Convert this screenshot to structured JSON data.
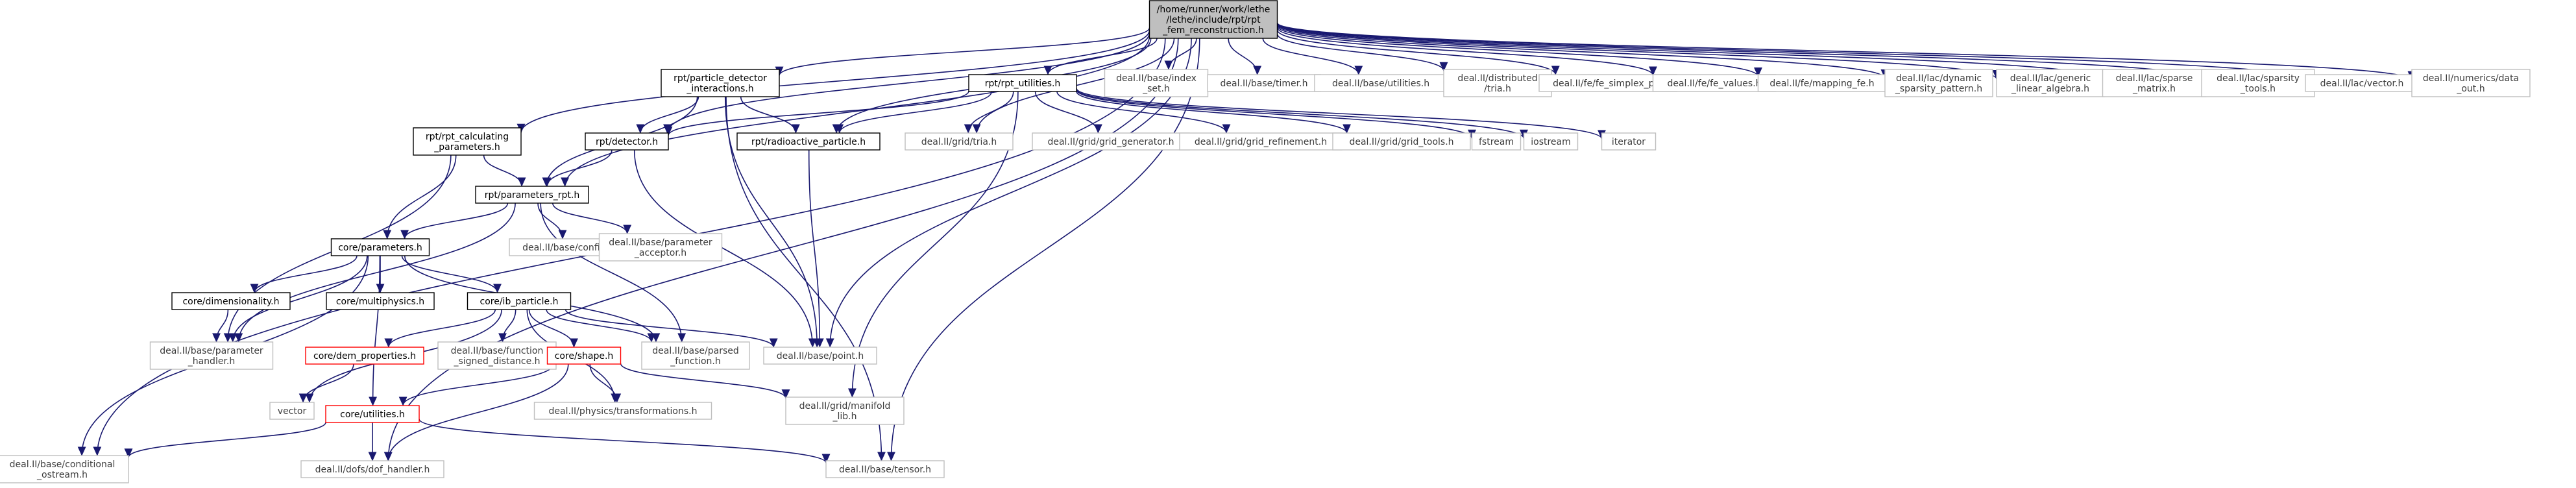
{
  "graph": {
    "nodes": [
      {
        "id": "root",
        "lines": [
          "/home/runner/work/lethe",
          "/lethe/include/rpt/rpt",
          "_fem_reconstruction.h"
        ],
        "style": "root"
      },
      {
        "id": "pdi",
        "lines": [
          "rpt/particle_detector",
          "_interactions.h"
        ],
        "style": "black"
      },
      {
        "id": "rptutil",
        "lines": [
          "rpt/rpt_utilities.h"
        ],
        "style": "black"
      },
      {
        "id": "index_set",
        "lines": [
          "deal.II/base/index",
          "_set.h"
        ],
        "style": "gray"
      },
      {
        "id": "timer",
        "lines": [
          "deal.II/base/timer.h"
        ],
        "style": "gray"
      },
      {
        "id": "base_util",
        "lines": [
          "deal.II/base/utilities.h"
        ],
        "style": "gray"
      },
      {
        "id": "dist_tria",
        "lines": [
          "deal.II/distributed",
          "/tria.h"
        ],
        "style": "gray"
      },
      {
        "id": "fe_simplex",
        "lines": [
          "deal.II/fe/fe_simplex_p.h"
        ],
        "style": "gray"
      },
      {
        "id": "fe_values",
        "lines": [
          "deal.II/fe/fe_values.h"
        ],
        "style": "gray"
      },
      {
        "id": "mapping_fe",
        "lines": [
          "deal.II/fe/mapping_fe.h"
        ],
        "style": "gray"
      },
      {
        "id": "dyn_sparsity",
        "lines": [
          "deal.II/lac/dynamic",
          "_sparsity_pattern.h"
        ],
        "style": "gray"
      },
      {
        "id": "generic_la",
        "lines": [
          "deal.II/lac/generic",
          "_linear_algebra.h"
        ],
        "style": "gray"
      },
      {
        "id": "sparse_matrix",
        "lines": [
          "deal.II/lac/sparse",
          "_matrix.h"
        ],
        "style": "gray"
      },
      {
        "id": "sparsity_tools",
        "lines": [
          "deal.II/lac/sparsity",
          "_tools.h"
        ],
        "style": "gray"
      },
      {
        "id": "lac_vector",
        "lines": [
          "deal.II/lac/vector.h"
        ],
        "style": "gray"
      },
      {
        "id": "data_out",
        "lines": [
          "deal.II/numerics/data",
          "_out.h"
        ],
        "style": "gray"
      },
      {
        "id": "calcparams",
        "lines": [
          "rpt/rpt_calculating",
          "_parameters.h"
        ],
        "style": "black"
      },
      {
        "id": "detector",
        "lines": [
          "rpt/detector.h"
        ],
        "style": "black"
      },
      {
        "id": "radioactive",
        "lines": [
          "rpt/radioactive_particle.h"
        ],
        "style": "black"
      },
      {
        "id": "grid_tria",
        "lines": [
          "deal.II/grid/tria.h"
        ],
        "style": "gray"
      },
      {
        "id": "grid_gen",
        "lines": [
          "deal.II/grid/grid_generator.h"
        ],
        "style": "gray"
      },
      {
        "id": "grid_ref",
        "lines": [
          "deal.II/grid/grid_refinement.h"
        ],
        "style": "gray"
      },
      {
        "id": "grid_tools",
        "lines": [
          "deal.II/grid/grid_tools.h"
        ],
        "style": "gray"
      },
      {
        "id": "fstream",
        "lines": [
          "fstream"
        ],
        "style": "gray"
      },
      {
        "id": "iostream",
        "lines": [
          "iostream"
        ],
        "style": "gray"
      },
      {
        "id": "iterator",
        "lines": [
          "iterator"
        ],
        "style": "gray"
      },
      {
        "id": "params_rpt",
        "lines": [
          "rpt/parameters_rpt.h"
        ],
        "style": "black"
      },
      {
        "id": "config",
        "lines": [
          "deal.II/base/config.h"
        ],
        "style": "gray"
      },
      {
        "id": "param_acceptor",
        "lines": [
          "deal.II/base/parameter",
          "_acceptor.h"
        ],
        "style": "gray"
      },
      {
        "id": "core_params",
        "lines": [
          "core/parameters.h"
        ],
        "style": "black"
      },
      {
        "id": "dimensionality",
        "lines": [
          "core/dimensionality.h"
        ],
        "style": "black"
      },
      {
        "id": "multiphysics",
        "lines": [
          "core/multiphysics.h"
        ],
        "style": "black"
      },
      {
        "id": "ib_particle",
        "lines": [
          "core/ib_particle.h"
        ],
        "style": "black"
      },
      {
        "id": "param_handler",
        "lines": [
          "deal.II/base/parameter",
          "_handler.h"
        ],
        "style": "gray"
      },
      {
        "id": "dem_props",
        "lines": [
          "core/dem_properties.h"
        ],
        "style": "red"
      },
      {
        "id": "func_sd",
        "lines": [
          "deal.II/base/function",
          "_signed_distance.h"
        ],
        "style": "gray"
      },
      {
        "id": "shape",
        "lines": [
          "core/shape.h"
        ],
        "style": "red"
      },
      {
        "id": "parsed_func",
        "lines": [
          "deal.II/base/parsed",
          "_function.h"
        ],
        "style": "gray"
      },
      {
        "id": "point",
        "lines": [
          "deal.II/base/point.h"
        ],
        "style": "gray"
      },
      {
        "id": "vector",
        "lines": [
          "vector"
        ],
        "style": "gray"
      },
      {
        "id": "core_util",
        "lines": [
          "core/utilities.h"
        ],
        "style": "red"
      },
      {
        "id": "transformations",
        "lines": [
          "deal.II/physics/transformations.h"
        ],
        "style": "gray"
      },
      {
        "id": "manifold",
        "lines": [
          "deal.II/grid/manifold",
          "_lib.h"
        ],
        "style": "gray"
      },
      {
        "id": "cond_ostream",
        "lines": [
          "deal.II/base/conditional",
          "_ostream.h"
        ],
        "style": "gray"
      },
      {
        "id": "dof_handler",
        "lines": [
          "deal.II/dofs/dof_handler.h"
        ],
        "style": "gray"
      },
      {
        "id": "tensor",
        "lines": [
          "deal.II/base/tensor.h"
        ],
        "style": "gray"
      }
    ],
    "edges": [
      [
        "root",
        "pdi"
      ],
      [
        "root",
        "rptutil"
      ],
      [
        "root",
        "index_set"
      ],
      [
        "root",
        "timer"
      ],
      [
        "root",
        "base_util"
      ],
      [
        "root",
        "dist_tria"
      ],
      [
        "root",
        "fe_simplex"
      ],
      [
        "root",
        "fe_values"
      ],
      [
        "root",
        "mapping_fe"
      ],
      [
        "root",
        "dyn_sparsity"
      ],
      [
        "root",
        "generic_la"
      ],
      [
        "root",
        "sparse_matrix"
      ],
      [
        "root",
        "sparsity_tools"
      ],
      [
        "root",
        "lac_vector"
      ],
      [
        "root",
        "data_out"
      ],
      [
        "root",
        "calcparams"
      ],
      [
        "root",
        "detector"
      ],
      [
        "root",
        "radioactive"
      ],
      [
        "root",
        "params_rpt"
      ],
      [
        "root",
        "grid_tria"
      ],
      [
        "root",
        "point"
      ],
      [
        "root",
        "tensor"
      ],
      [
        "root",
        "cond_ostream"
      ],
      [
        "root",
        "dof_handler"
      ],
      [
        "pdi",
        "detector"
      ],
      [
        "pdi",
        "radioactive"
      ],
      [
        "pdi",
        "params_rpt"
      ],
      [
        "pdi",
        "point"
      ],
      [
        "pdi",
        "tensor"
      ],
      [
        "rptutil",
        "detector"
      ],
      [
        "rptutil",
        "radioactive"
      ],
      [
        "rptutil",
        "grid_tria"
      ],
      [
        "rptutil",
        "grid_gen"
      ],
      [
        "rptutil",
        "grid_ref"
      ],
      [
        "rptutil",
        "grid_tools"
      ],
      [
        "rptutil",
        "fstream"
      ],
      [
        "rptutil",
        "iostream"
      ],
      [
        "rptutil",
        "iterator"
      ],
      [
        "rptutil",
        "manifold"
      ],
      [
        "calcparams",
        "params_rpt"
      ],
      [
        "calcparams",
        "core_params"
      ],
      [
        "calcparams",
        "param_handler"
      ],
      [
        "detector",
        "params_rpt"
      ],
      [
        "detector",
        "point"
      ],
      [
        "radioactive",
        "point"
      ],
      [
        "params_rpt",
        "config"
      ],
      [
        "params_rpt",
        "param_acceptor"
      ],
      [
        "params_rpt",
        "core_params"
      ],
      [
        "params_rpt",
        "param_handler"
      ],
      [
        "params_rpt",
        "parsed_func"
      ],
      [
        "core_params",
        "dimensionality"
      ],
      [
        "core_params",
        "multiphysics"
      ],
      [
        "core_params",
        "ib_particle"
      ],
      [
        "core_params",
        "param_handler"
      ],
      [
        "core_params",
        "parsed_func"
      ],
      [
        "core_params",
        "core_util"
      ],
      [
        "core_params",
        "cond_ostream"
      ],
      [
        "dimensionality",
        "param_handler"
      ],
      [
        "ib_particle",
        "dem_props"
      ],
      [
        "ib_particle",
        "func_sd"
      ],
      [
        "ib_particle",
        "shape"
      ],
      [
        "ib_particle",
        "parsed_func"
      ],
      [
        "ib_particle",
        "point"
      ],
      [
        "ib_particle",
        "transformations"
      ],
      [
        "ib_particle",
        "vector"
      ],
      [
        "dem_props",
        "vector"
      ],
      [
        "shape",
        "core_util"
      ],
      [
        "shape",
        "manifold"
      ],
      [
        "shape",
        "transformations"
      ],
      [
        "shape",
        "dof_handler"
      ],
      [
        "core_util",
        "cond_ostream"
      ],
      [
        "core_util",
        "dof_handler"
      ],
      [
        "core_util",
        "tensor"
      ]
    ]
  },
  "colors": {
    "edge": "#191970",
    "root_fill": "#bfbfbf",
    "black_border": "#000000",
    "gray_border": "#bfbfbf",
    "red_border": "#ff0000",
    "text": "#000000",
    "gray_text": "#3c3c3c"
  }
}
